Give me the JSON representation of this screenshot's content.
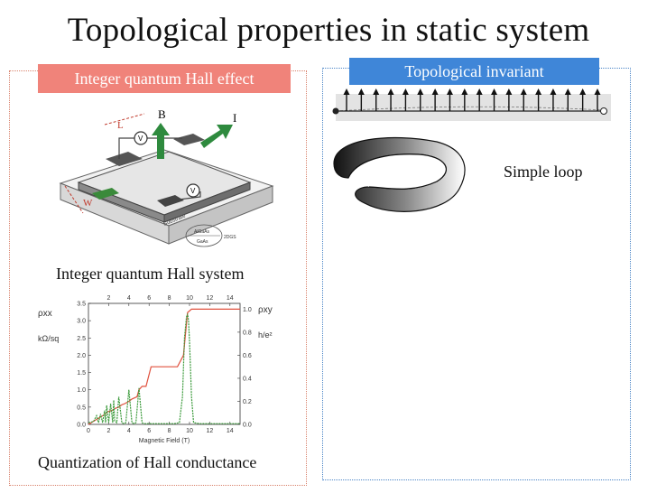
{
  "slide": {
    "title": "Topological properties in static system"
  },
  "left_panel": {
    "tag": "Integer quantum Hall effect",
    "device_caption": "Integer quantum Hall system",
    "graph_caption": "Quantization of Hall conductance",
    "device_labels": {
      "b_field": "B",
      "current": "I",
      "length": "L",
      "width": "W",
      "voltmeter": "V",
      "substrate": "Substrate",
      "layer_top": "AlGaAs",
      "layer_bottom": "GaAs",
      "gas": "2DGS"
    }
  },
  "right_panel": {
    "tag": "Topological invariant",
    "loop_label": "Simple loop"
  },
  "chart_data": {
    "type": "line",
    "xlabel": "Magnetic Field  (T)",
    "ylabel_left": "ρxx",
    "ylabel_left_unit": "kΩ/sq",
    "ylabel_right": "ρxy",
    "ylabel_right_unit": "h/e²",
    "xlim": [
      0,
      15
    ],
    "ylim_left": [
      0,
      3.5
    ],
    "ylim_right": [
      0,
      1.05
    ],
    "x_ticks": [
      0,
      2,
      4,
      6,
      8,
      10,
      12,
      14
    ],
    "x_ticks_top": [
      2,
      4,
      6,
      8,
      10,
      12,
      14
    ],
    "y_ticks_left": [
      0,
      0.5,
      1.0,
      1.5,
      2.0,
      2.5,
      3.0,
      3.5
    ],
    "y_ticks_right": [
      0,
      0.2,
      0.4,
      0.6,
      0.8,
      1.0
    ],
    "series": [
      {
        "name": "ρxy",
        "color": "#e0513e",
        "x": [
          0,
          1.5,
          1.9,
          2.3,
          2.7,
          3.0,
          3.3,
          3.6,
          4.0,
          4.3,
          4.8,
          5.0,
          5.3,
          5.7,
          6.2,
          8.8,
          9.4,
          9.8,
          10.2,
          15
        ],
        "y": [
          0,
          0.08,
          0.11,
          0.12,
          0.14,
          0.15,
          0.17,
          0.18,
          0.2,
          0.22,
          0.24,
          0.3,
          0.33,
          0.33,
          0.5,
          0.5,
          0.6,
          0.97,
          1.0,
          1.0
        ]
      },
      {
        "name": "ρxx",
        "color": "#3a9a3a",
        "x": [
          0,
          0.5,
          0.8,
          1.0,
          1.2,
          1.4,
          1.6,
          1.7,
          1.8,
          2.0,
          2.2,
          2.4,
          2.5,
          2.6,
          2.8,
          3.0,
          3.3,
          3.5,
          3.7,
          4.0,
          4.3,
          4.5,
          4.7,
          5.0,
          5.3,
          5.5,
          5.8,
          6.5,
          8.5,
          9.0,
          9.3,
          9.5,
          9.7,
          9.8,
          9.9,
          10.0,
          10.2,
          10.4,
          11.0,
          15
        ],
        "y": [
          0.05,
          0.08,
          0.25,
          0.05,
          0.3,
          0.05,
          0.4,
          0.05,
          0.55,
          0.05,
          0.6,
          0.05,
          0.7,
          0.1,
          0.05,
          0.8,
          0.05,
          0.02,
          0.05,
          1.0,
          0.05,
          0.02,
          0.05,
          1.05,
          0.05,
          0.02,
          0.02,
          0.02,
          0.02,
          0.05,
          0.8,
          2.5,
          3.1,
          3.2,
          3.0,
          2.4,
          0.8,
          0.05,
          0.02,
          0.02
        ]
      }
    ]
  }
}
